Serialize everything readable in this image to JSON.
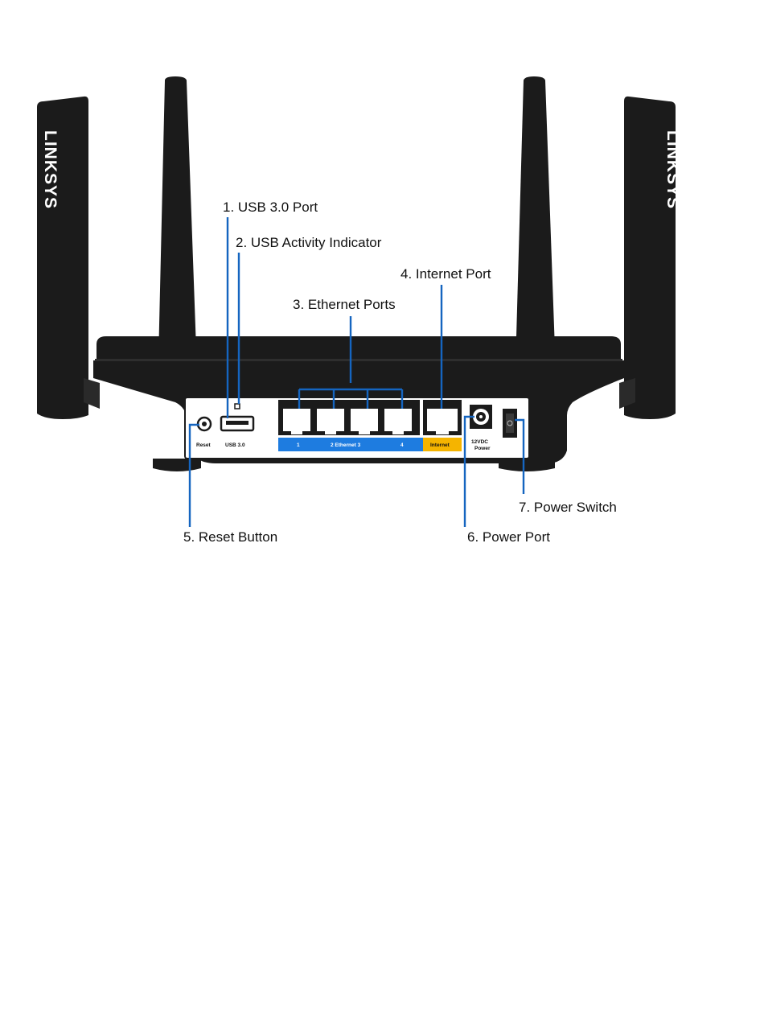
{
  "brand": "LINKSYS",
  "callouts": {
    "usb_port": "1. USB 3.0 Port",
    "usb_activity": "2. USB Activity Indicator",
    "ethernet": "3. Ethernet Ports",
    "internet": "4. Internet Port",
    "reset": "5. Reset Button",
    "power_port": "6. Power Port",
    "power_switch": "7. Power Switch"
  },
  "port_labels": {
    "reset": "Reset",
    "usb": "USB 3.0",
    "eth1": "1",
    "eth_mid": "2  Ethernet  3",
    "eth4": "4",
    "internet": "Internet",
    "power_v": "12VDC",
    "power": "Power"
  },
  "colors": {
    "callout_line": "#1565c0",
    "ethernet_band": "#1e7ce0",
    "internet_band": "#f5b400",
    "device": "#1b1b1b"
  }
}
